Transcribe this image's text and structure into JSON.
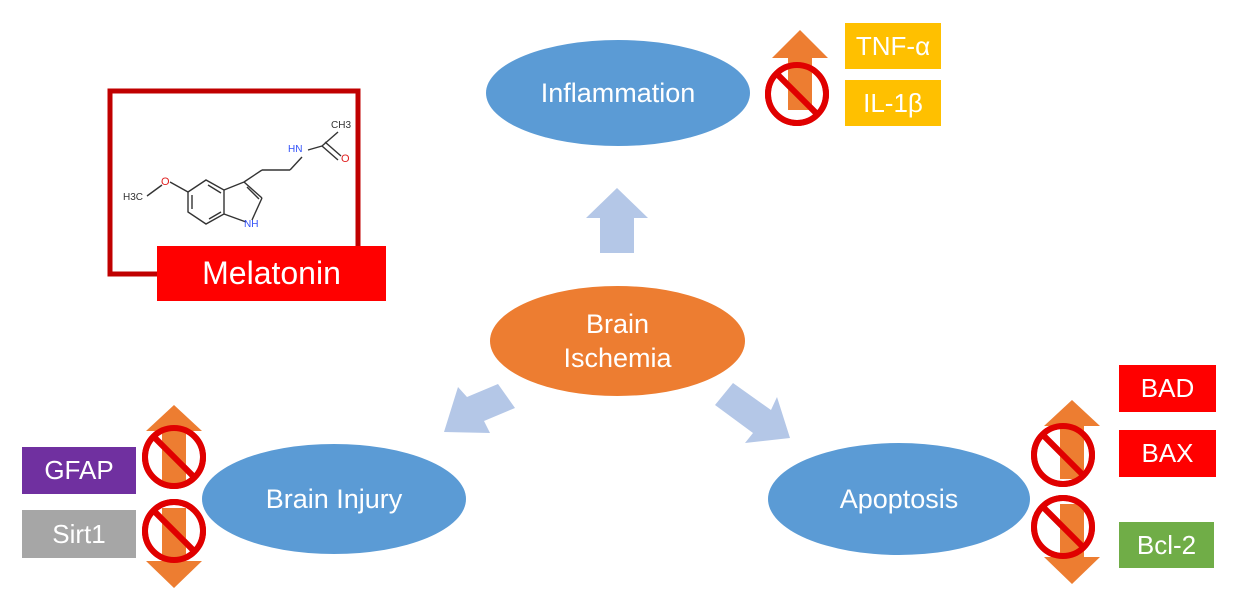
{
  "center_node": {
    "line1": "Brain",
    "line2": "Ischemia"
  },
  "nodes": {
    "inflammation": "Inflammation",
    "brain_injury": "Brain Injury",
    "apoptosis": "Apoptosis"
  },
  "drug": {
    "label": "Melatonin"
  },
  "molecule_labels": {
    "ch3_top": "CH3",
    "nh_amide": "HN",
    "o_carbonyl": "O",
    "h3c_methoxy": "H3C",
    "o_methoxy": "O",
    "nh_ring": "NH"
  },
  "markers": {
    "tnf": "TNF-α",
    "il1b": "IL-1β",
    "gfap": "GFAP",
    "sirt1": "Sirt1",
    "bad": "BAD",
    "bax": "BAX",
    "bcl2": "Bcl-2"
  },
  "colors": {
    "node_blue": "#5B9BD5",
    "center_orange": "#ED7D31",
    "arrow_light_blue": "#B4C7E7",
    "updown_orange": "#ED7D31",
    "inhibit_red": "#E00000",
    "cytokine_yellow": "#FFC000",
    "apoptosis_red": "#FF0000",
    "gfap_purple": "#7030A0",
    "sirt1_gray": "#A6A6A6",
    "bcl2_green": "#70AD47",
    "melatonin_frame": "#C00000"
  }
}
